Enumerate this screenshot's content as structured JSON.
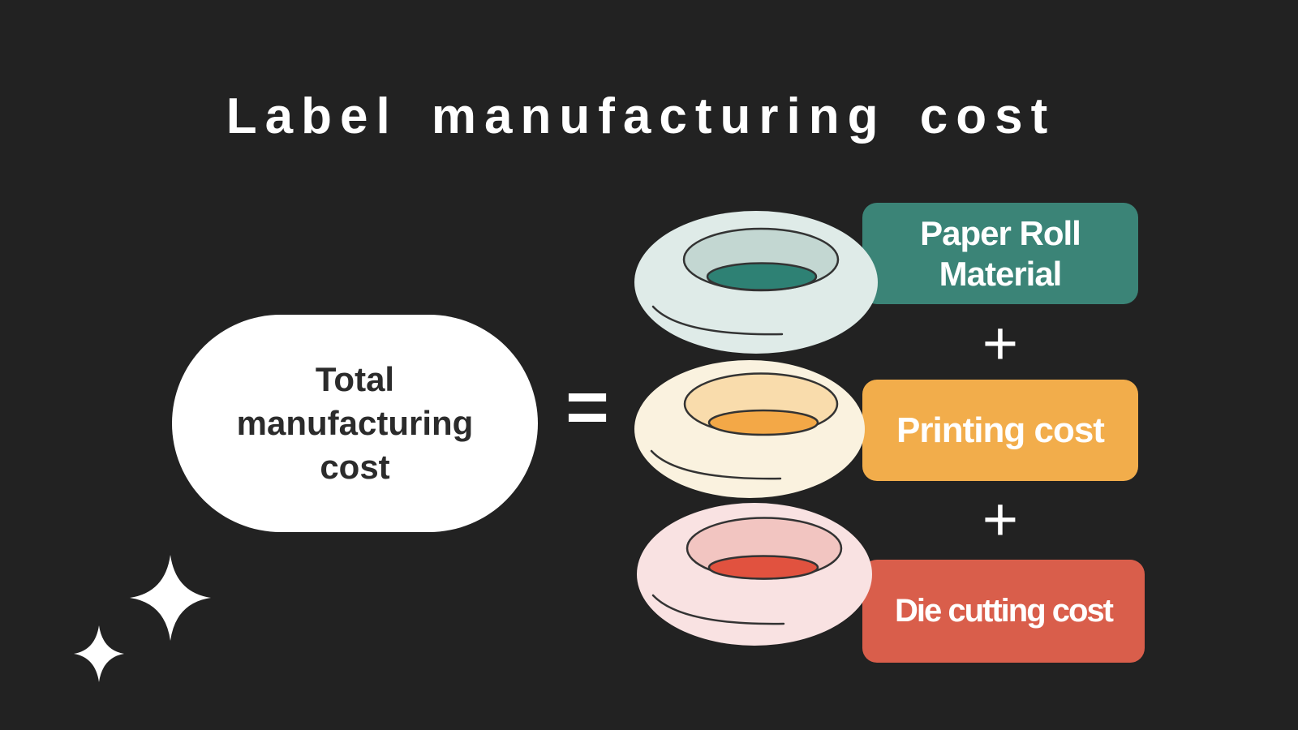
{
  "background_color": "#222222",
  "title": {
    "text": "Label manufacturing cost",
    "color": "#FFFFFF"
  },
  "equation": {
    "total": {
      "label": "Total\nmanufacturing\ncost",
      "shape_color": "#FFFFFF",
      "text_color": "#2B2B2B"
    },
    "equals_symbol": "=",
    "plus_symbol": "+",
    "items": [
      {
        "label": "Paper Roll\nMaterial",
        "box_color": "#3B8477"
      },
      {
        "label": "Printing cost",
        "box_color": "#F2AD4B"
      },
      {
        "label": "Die cutting cost",
        "box_color": "#D95E4B"
      }
    ]
  },
  "illustration": {
    "rolls": [
      {
        "name": "teal-paper-roll",
        "body": "#DFEBE8",
        "inner": "#C3D7D2",
        "core": "#2E8174"
      },
      {
        "name": "cream-paper-roll",
        "body": "#FAF2DF",
        "inner": "#F9DCAC",
        "core": "#F3A847"
      },
      {
        "name": "pink-paper-roll",
        "body": "#F9E2E2",
        "inner": "#F2C5C1",
        "core": "#E1523F"
      }
    ],
    "outline_color": "#333333",
    "sparkle_color": "#FFFFFF"
  }
}
